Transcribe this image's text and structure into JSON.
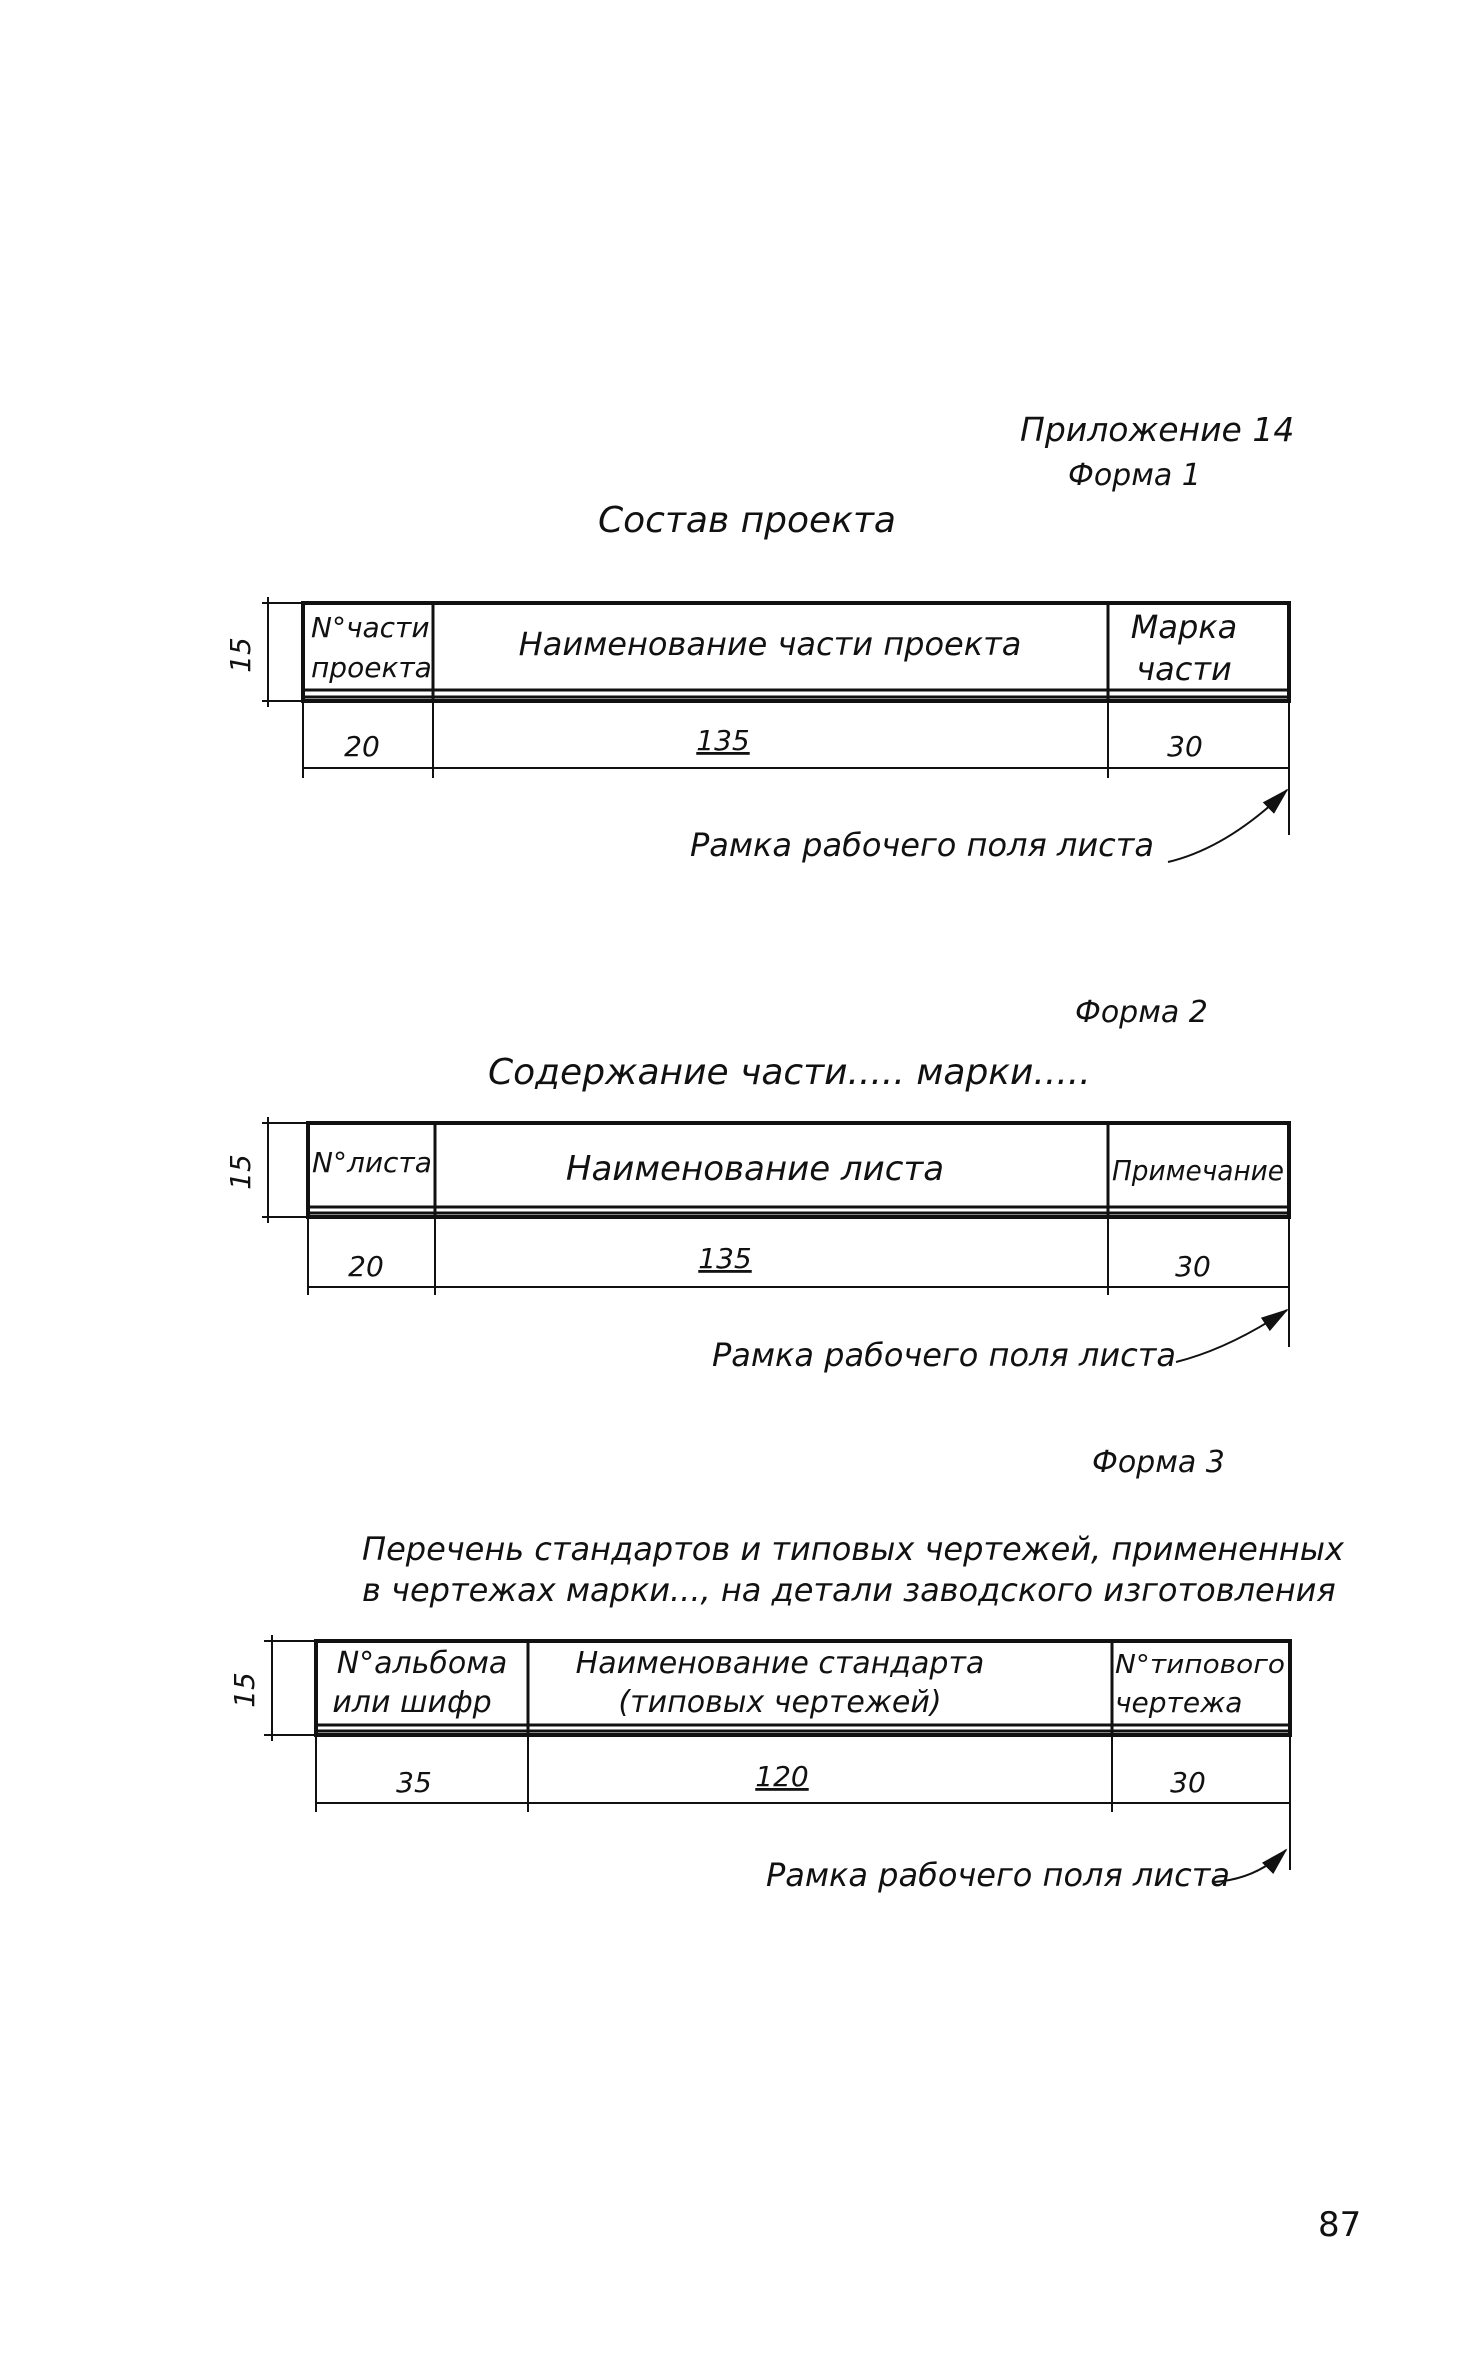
{
  "appendix": "Приложение 14",
  "forms": [
    {
      "form_label": "Форма 1",
      "title": "Состав проекта",
      "height_dim": "15",
      "columns": [
        {
          "header": [
            "N°части",
            "проекта"
          ],
          "width": "20"
        },
        {
          "header": [
            "Наименование части проекта"
          ],
          "width": "135"
        },
        {
          "header": [
            "Марка",
            "части"
          ],
          "width": "30"
        }
      ],
      "frame_label": "Рамка рабочего поля листа"
    },
    {
      "form_label": "Форма 2",
      "title": "Содержание части..... марки.....",
      "height_dim": "15",
      "columns": [
        {
          "header": [
            "N°листа"
          ],
          "width": "20"
        },
        {
          "header": [
            "Наименование листа"
          ],
          "width": "135"
        },
        {
          "header": [
            "Примечание"
          ],
          "width": "30"
        }
      ],
      "frame_label": "Рамка рабочего поля листа"
    },
    {
      "form_label": "Форма 3",
      "title_lines": [
        "Перечень стандартов и типовых чертежей, примененных",
        "в чертежах марки..., на детали заводского изготовления"
      ],
      "height_dim": "15",
      "columns": [
        {
          "header": [
            "N°альбома",
            "или шифр"
          ],
          "width": "35"
        },
        {
          "header": [
            "Наименование стандарта",
            "(типовых чертежей)"
          ],
          "width": "120"
        },
        {
          "header": [
            "N°типового",
            "чертежа"
          ],
          "width": "30"
        }
      ],
      "frame_label": "Рамка рабочего поля листа"
    }
  ],
  "page_number": "87"
}
